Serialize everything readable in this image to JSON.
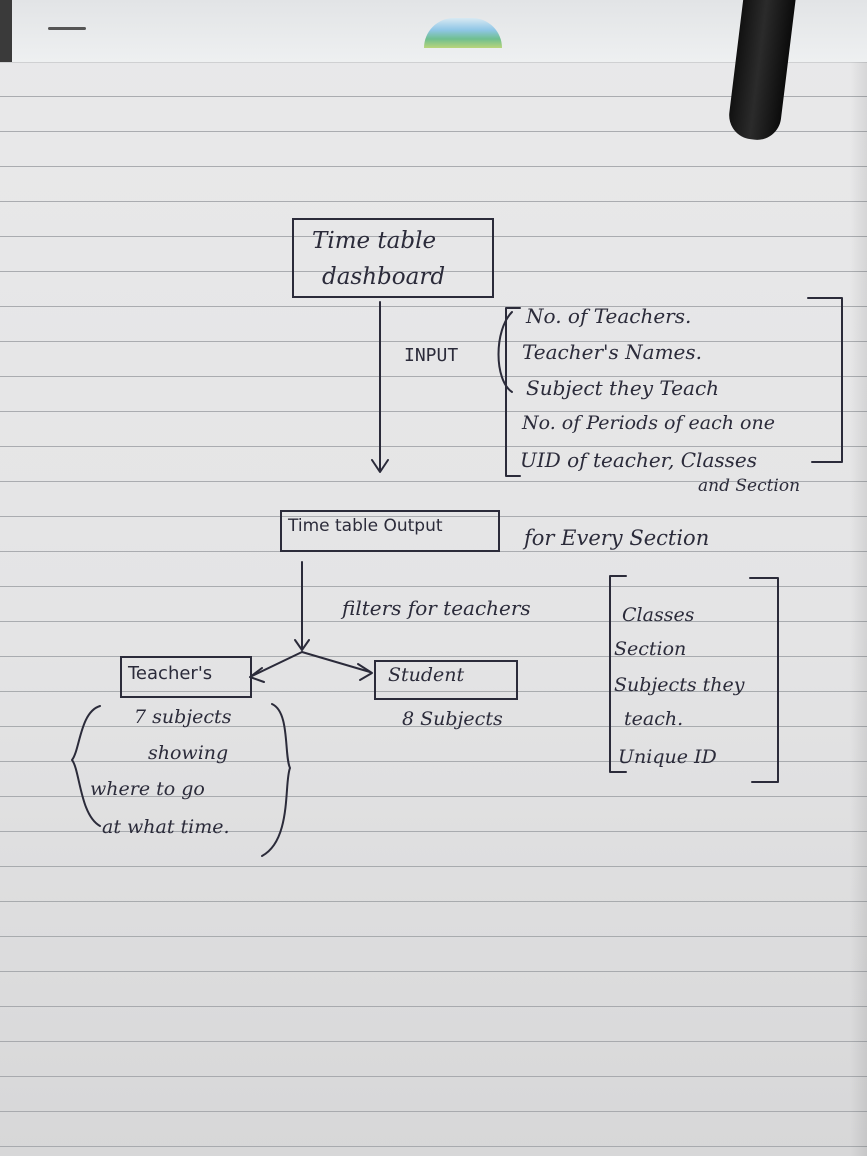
{
  "nodes": {
    "dashboard": {
      "line1": "Time table",
      "line2": "dashboard"
    },
    "output": {
      "label": "Time table Output",
      "note": "for Every Section"
    },
    "teachers": {
      "label": "Teacher's"
    },
    "student": {
      "label": "Student",
      "note": "8 Subjects"
    }
  },
  "edges": {
    "input_label": "INPUT",
    "filters_label": "filters for teachers"
  },
  "input_list": [
    "No. of Teachers.",
    "Teacher's Names.",
    "Subject they Teach",
    "No. of Periods of each one",
    "UID of teacher, Classes",
    "and Section"
  ],
  "filters_list": [
    "Classes",
    "Section",
    "Subjects they",
    "teach.",
    "Unique ID"
  ],
  "teachers_note": [
    "7 subjects",
    "showing",
    "where to go",
    "at what time."
  ]
}
